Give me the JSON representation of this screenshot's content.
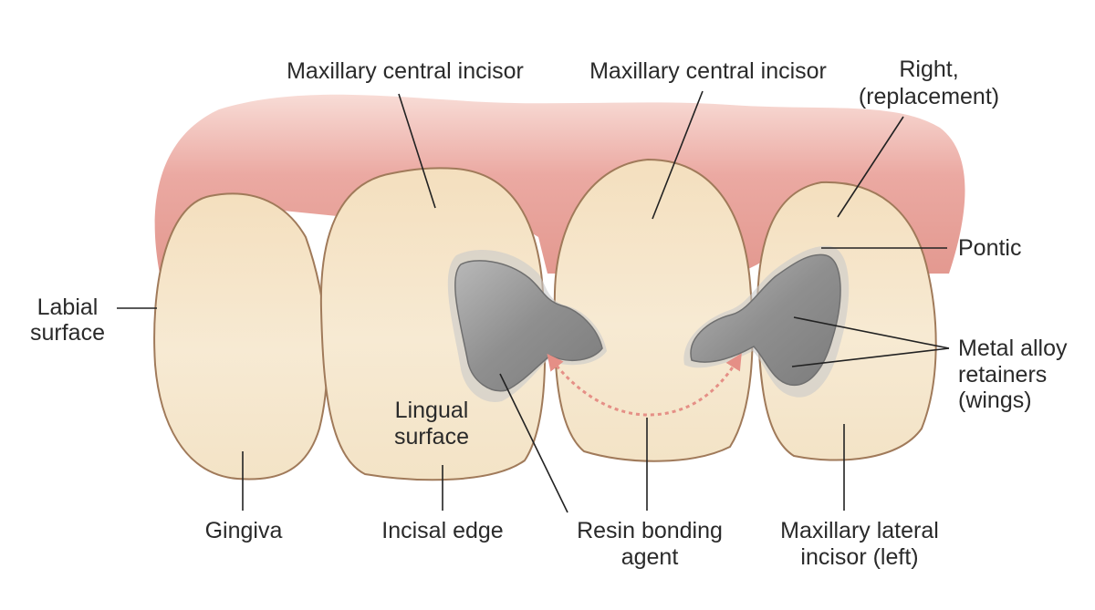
{
  "labels": {
    "central_incisor_a": "Maxillary central incisor",
    "central_incisor_b": "Maxillary central incisor",
    "right_replacement_1": "Right,",
    "right_replacement_2": "(replacement)",
    "pontic": "Pontic",
    "labial_1": "Labial",
    "labial_2": "surface",
    "metal_1": "Metal alloy",
    "metal_2": "retainers",
    "metal_3": "(wings)",
    "lingual_1": "Lingual",
    "lingual_2": "surface",
    "gingiva": "Gingiva",
    "incisal_edge": "Incisal edge",
    "resin_1": "Resin bonding",
    "resin_2": "agent",
    "lateral_1": "Maxillary lateral",
    "lateral_2": "incisor (left)"
  },
  "colors": {
    "gum": "#e9a9a2",
    "gum_light": "#f6d3cc",
    "tooth": "#f6e6c8",
    "tooth_outline": "#a07a5a",
    "metal": "#9a9a9a",
    "metal_shadow": "#bdbdbd",
    "arrow": "#e58f86",
    "leader": "#222222"
  }
}
